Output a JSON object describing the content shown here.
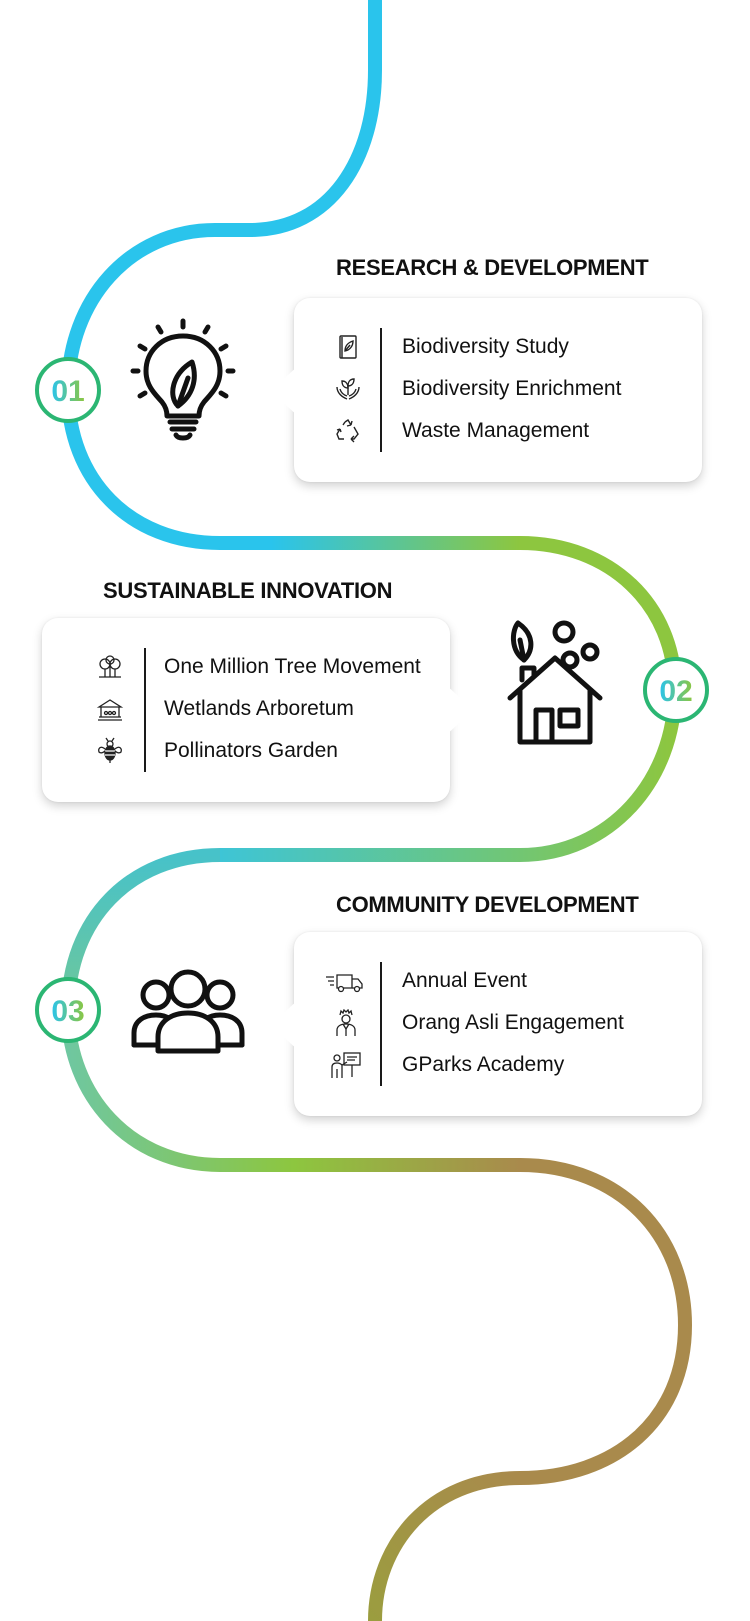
{
  "steps": [
    {
      "number": "01",
      "title": "RESEARCH & DEVELOPMENT",
      "items": [
        {
          "icon": "book-leaf-icon",
          "label": "Biodiversity Study"
        },
        {
          "icon": "hands-sprout-icon",
          "label": "Biodiversity Enrichment"
        },
        {
          "icon": "recycle-icon",
          "label": "Waste Management"
        }
      ],
      "main_icon": "lightbulb-leaf-icon"
    },
    {
      "number": "02",
      "title": "SUSTAINABLE INNOVATION",
      "items": [
        {
          "icon": "trees-icon",
          "label": "One Million Tree Movement"
        },
        {
          "icon": "pavilion-icon",
          "label": "Wetlands Arboretum"
        },
        {
          "icon": "bee-icon",
          "label": "Pollinators Garden"
        }
      ],
      "main_icon": "eco-house-icon"
    },
    {
      "number": "03",
      "title": "COMMUNITY DEVELOPMENT",
      "items": [
        {
          "icon": "truck-icon",
          "label": "Annual Event"
        },
        {
          "icon": "person-headdress-icon",
          "label": "Orang Asli Engagement"
        },
        {
          "icon": "teacher-board-icon",
          "label": "GParks Academy"
        }
      ],
      "main_icon": "community-people-icon"
    }
  ],
  "colors": {
    "blue": "#2ac4ec",
    "teal": "#4fc1c0",
    "green": "#8dc63f",
    "olive": "#9b9d3f",
    "brown": "#a98a4c",
    "badge_ring": "#2bb673"
  }
}
